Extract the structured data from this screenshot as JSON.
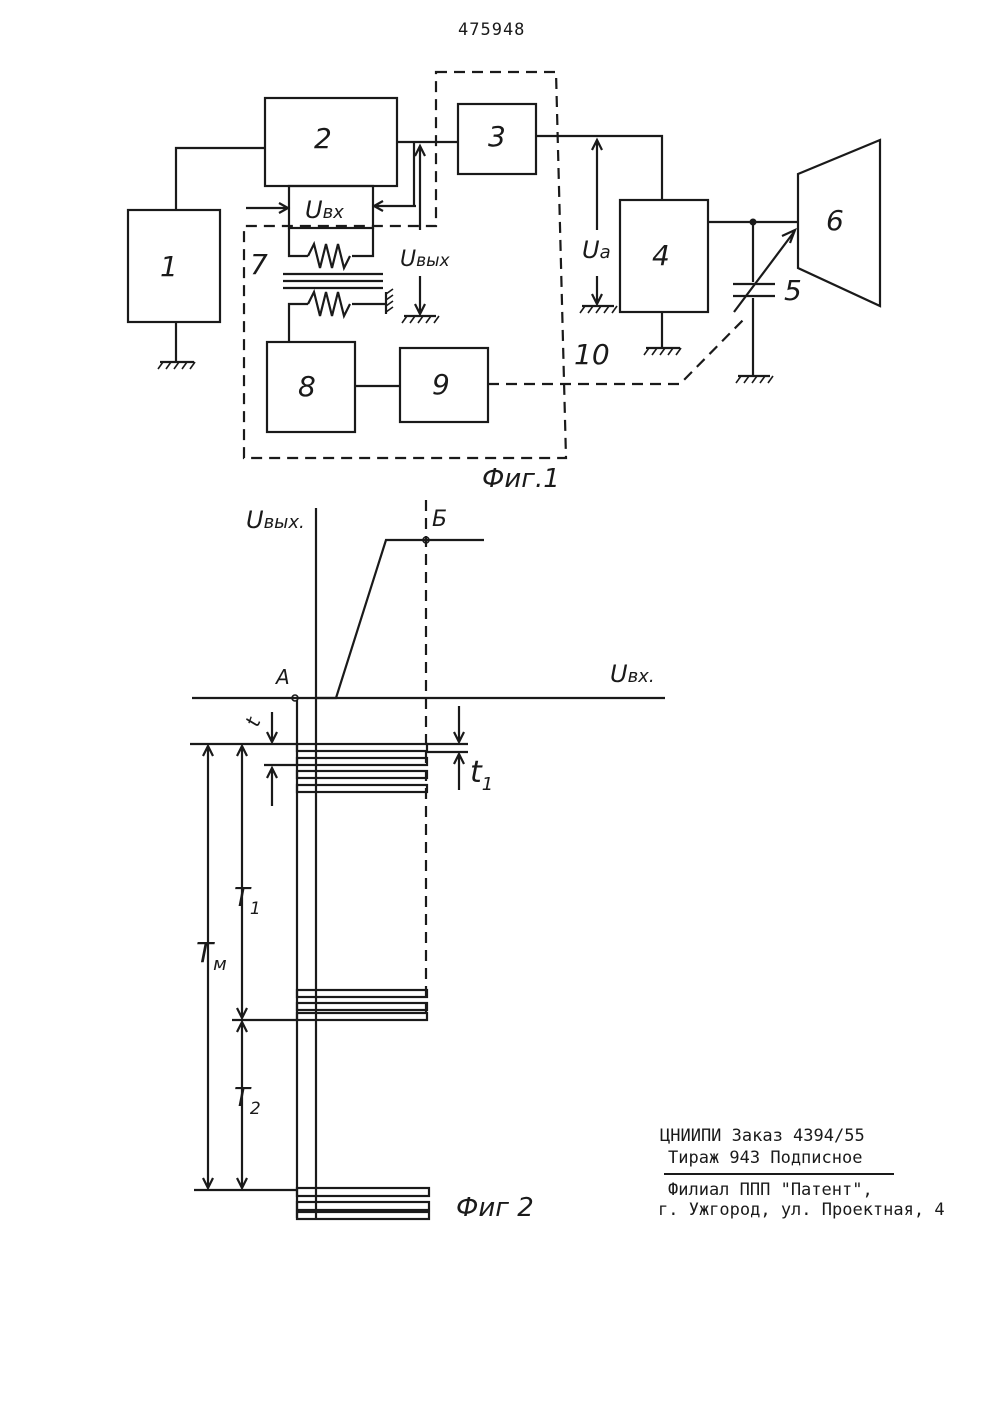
{
  "patent_number": "475948",
  "fig1": {
    "caption": "Фиг.1",
    "blocks": [
      "1",
      "2",
      "3",
      "4",
      "6",
      "8",
      "9"
    ],
    "element_labels": [
      "5",
      "7",
      "10"
    ],
    "u_in_label": "U",
    "u_in_sub": "вх",
    "u_out_label": "U",
    "u_out_sub": "вых",
    "u_a_label": "U",
    "u_a_sub": "a"
  },
  "fig2": {
    "caption": "Фиг 2",
    "y_axis_label": "U",
    "y_axis_sub": "вых.",
    "x_axis_label": "U",
    "x_axis_sub": "вх.",
    "point_a": "A",
    "point_b": "Б",
    "t_label": "t",
    "t1_label": "t",
    "t1_sub": "1",
    "T1_label": "T",
    "T1_sub": "1",
    "Tm_label": "T",
    "Tm_sub": "м",
    "T2_label": "T",
    "T2_sub": "2"
  },
  "footer": {
    "line1": "ЦНИИПИ Заказ 4394/55",
    "line2": "Тираж 943 Подписное",
    "line3": "Филиал ППП \"Патент\",",
    "line4": "г. Ужгород, ул. Проектная, 4"
  }
}
